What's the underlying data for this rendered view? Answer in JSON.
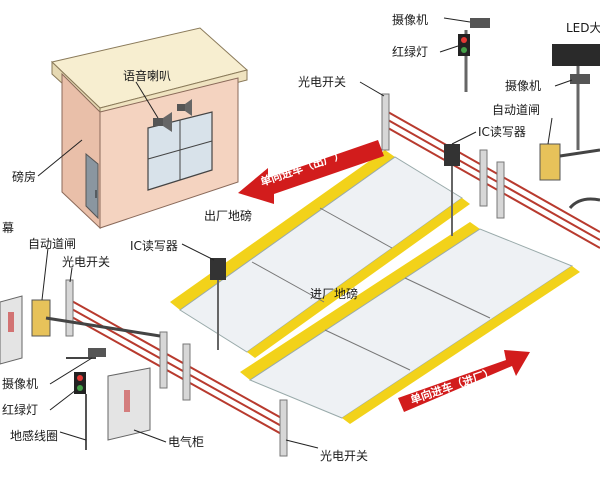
{
  "labels": {
    "speaker": "语音喇叭",
    "booth": "磅房",
    "screen_left": "幕",
    "barrier_left": "自动道闸",
    "photo_switch_left": "光电开关",
    "camera_left": "摄像机",
    "traffic_light_left": "红绿灯",
    "loop": "地感线圈",
    "cabinet": "电气柜",
    "camera_top": "摄像机",
    "traffic_light_top": "红绿灯",
    "led_screen": "LED大",
    "photo_switch_top": "光电开关",
    "camera_right": "摄像机",
    "barrier_right": "自动道闸",
    "ic_reader_right": "IC读写器",
    "ic_reader_left": "IC读写器",
    "scale_out": "出厂地磅",
    "scale_in": "进厂地磅",
    "photo_switch_bottom": "光电开关"
  },
  "arrows": {
    "out_text": "单向进车（出厂）",
    "in_text": "单向进车（进厂）"
  },
  "colors": {
    "booth_wall": "#f4d3c0",
    "booth_roof": "#f7eed0",
    "platform": "#eef1f4",
    "yellow_band": "#f2d21a",
    "red_arrow": "#d21c1c",
    "fence_stripe": "#b83a2e",
    "cabinet": "#e4e4e4"
  },
  "icons": [
    "speaker-icon",
    "camera-icon",
    "traffic-light-icon",
    "barrier-gate-icon",
    "photo-switch-icon",
    "ic-reader-icon",
    "cabinet-icon"
  ]
}
